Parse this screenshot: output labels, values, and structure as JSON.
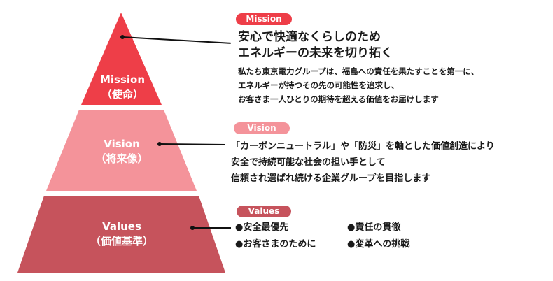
{
  "colors": {
    "mission": "#ee3e48",
    "vision": "#f4939a",
    "values": "#c6535c"
  },
  "pyramid": {
    "mission_label": "Mission",
    "mission_sub": "（使命）",
    "vision_label": "Vision",
    "vision_sub": "（将来像）",
    "values_label": "Values",
    "values_sub": "（価値基準）"
  },
  "mission": {
    "badge": "Mission",
    "headline": [
      "安心で快適なくらしのため",
      "エネルギーの未来を切り拓く"
    ],
    "body": [
      "私たち東京電力グループは、福島への責任を果たすことを第一に、",
      "エネルギーが持つその先の可能性を追求し、",
      "お客さま一人ひとりの期待を超える価値をお届けします"
    ]
  },
  "vision": {
    "badge": "Vision",
    "lines": [
      "「カーボンニュートラル」や「防災」を軸とした価値創造により",
      "安全で持続可能な社会の担い手として",
      "信頼され選ばれ続ける企業グループを目指します"
    ]
  },
  "values": {
    "badge": "Values",
    "items": [
      "●安全最優先",
      "●責任の貫徹",
      "●お客さまのために",
      "●変革への挑戦"
    ]
  }
}
